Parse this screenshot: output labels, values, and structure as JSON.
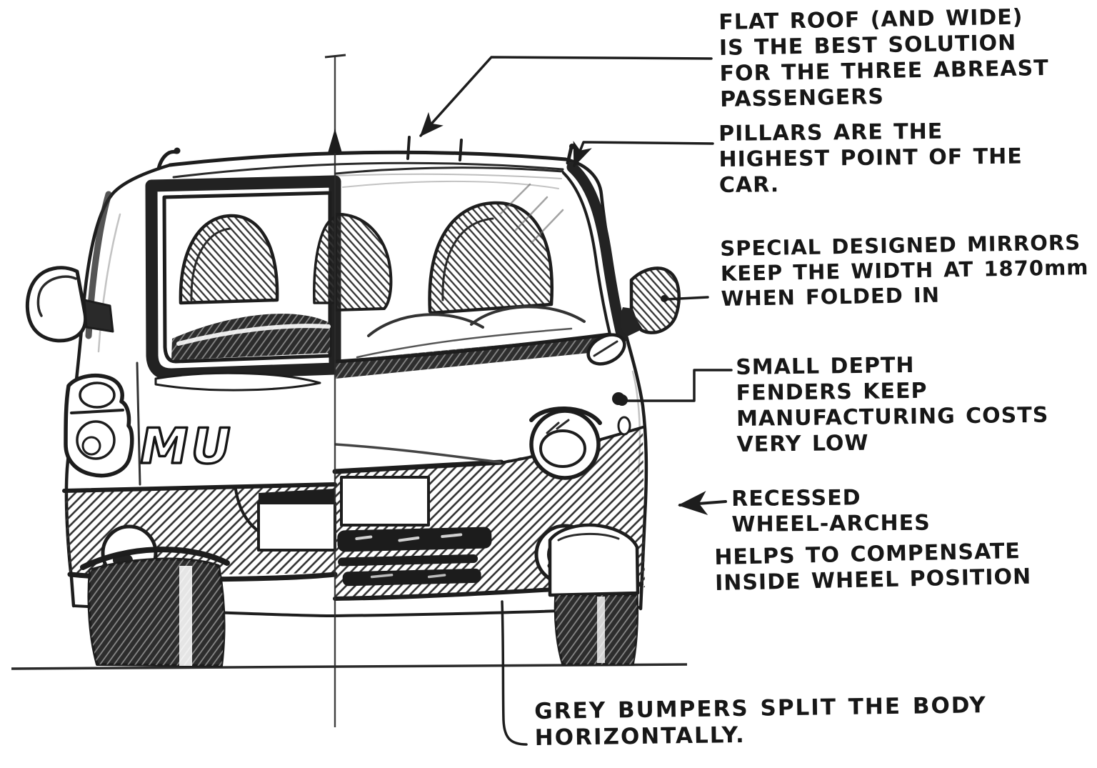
{
  "title": "Car design sketch with handwritten annotations (front/rear split view)",
  "colors": {
    "ink": "#1d1d1d",
    "paper": "#ffffff"
  },
  "badge": "MU",
  "annotations": {
    "flat_roof": "FLAT ROOF (AND WIDE)\nIS THE BEST SOLUTION\nFOR THE THREE ABREAST\nPASSENGERS",
    "pillars": "PILLARS ARE THE\nHIGHEST POINT OF THE\nCAR.",
    "mirrors": "SPECIAL DESIGNED MIRRORS\nKEEP THE WIDTH AT 1870mm\nWHEN FOLDED IN",
    "fenders": "SMALL DEPTH\nFENDERS KEEP\nMANUFACTURING COSTS\nVERY LOW",
    "wheel_arches_title": "RECESSED\nWHEEL-ARCHES",
    "wheel_arches_body": "HELPS TO COMPENSATE\nINSIDE WHEEL POSITION",
    "bumpers": "GREY BUMPERS SPLIT THE BODY\nHORIZONTALLY."
  }
}
